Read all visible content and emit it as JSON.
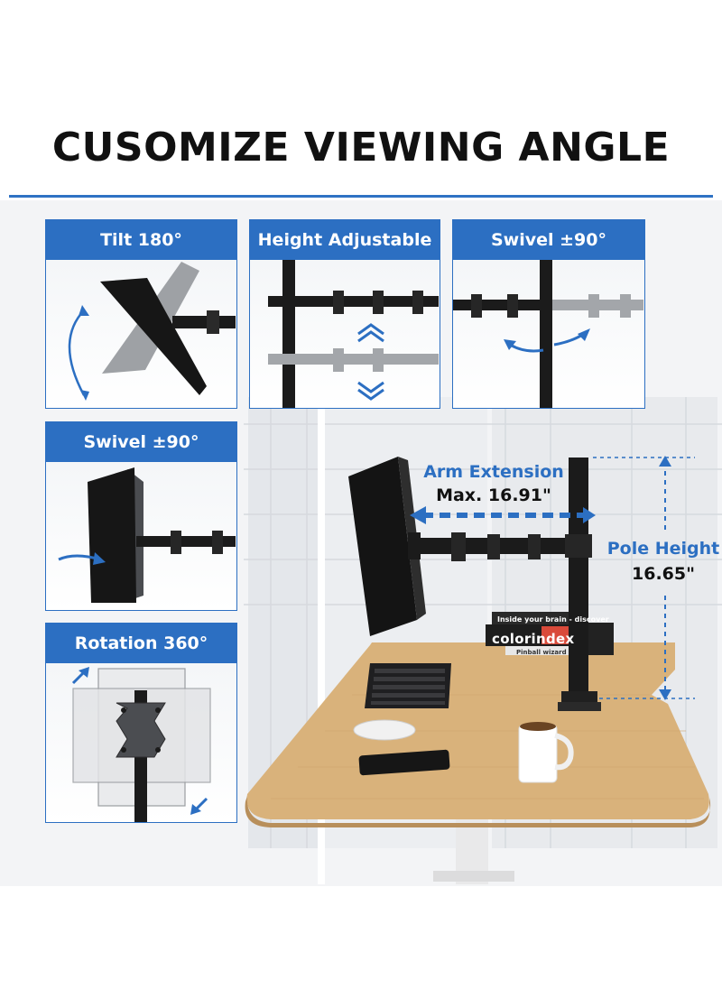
{
  "headline": "CUSOMIZE VIEWING ANGLE",
  "colors": {
    "accent_blue": "#2c6fc2",
    "headline": "#111111",
    "desk_wood": "#d9b27b",
    "mount_black": "#1b1b1b"
  },
  "panels": {
    "tilt": {
      "title": "Tilt 180°"
    },
    "height": {
      "title": "Height Adjustable"
    },
    "swivel_top": {
      "title": "Swivel ±90°"
    },
    "swivel_left": {
      "title": "Swivel ±90°"
    },
    "rotation": {
      "title": "Rotation 360°"
    }
  },
  "callouts": {
    "arm_extension": {
      "title": "Arm Extension",
      "value": "Max. 16.91\""
    },
    "pole_height": {
      "title": "Pole Height",
      "value": "16.65\""
    }
  },
  "books": {
    "top": "Inside your brain - discover",
    "middle": "colorindex",
    "bottom": "Pinball wizard"
  }
}
